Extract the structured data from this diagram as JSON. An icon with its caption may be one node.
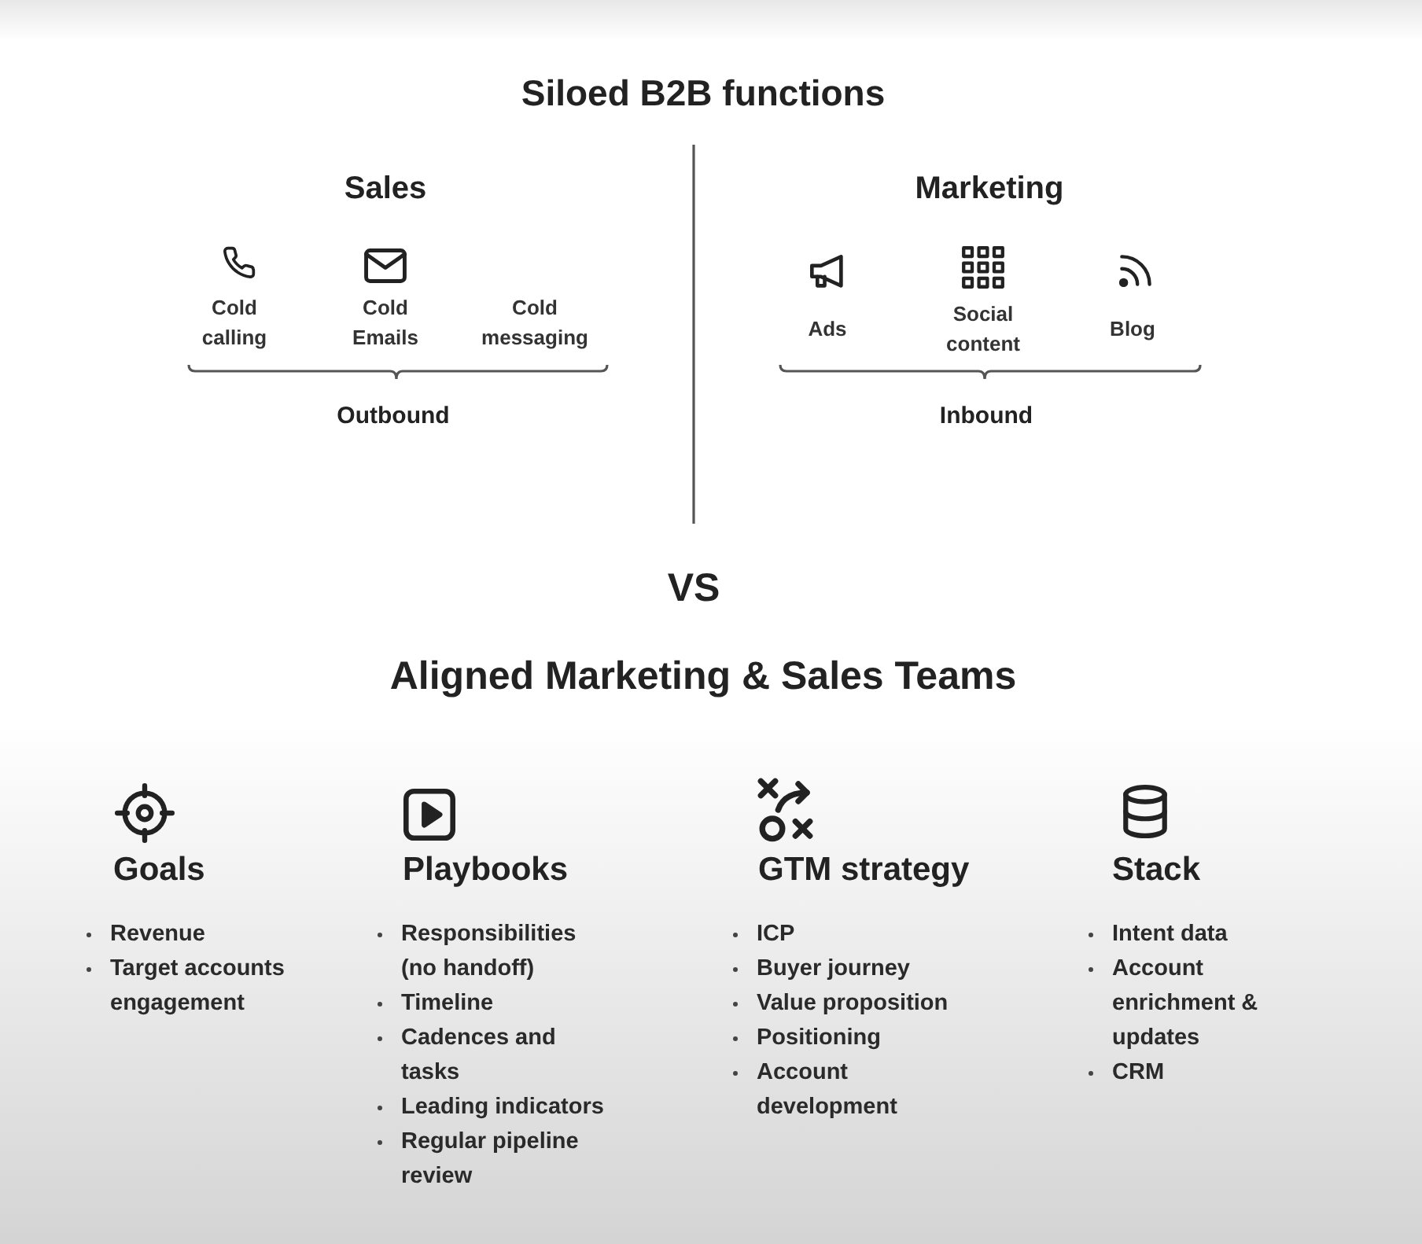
{
  "diagram": {
    "title": "Siloed B2B functions",
    "labels": [
      "Sales",
      "Cold calling",
      "Cold Emails",
      "Cold messaging",
      "Outbound",
      "Marketing",
      "Ads",
      "Social content",
      "Blog",
      "Inbound",
      "VS",
      "Aligned Marketing & Sales Teams",
      "Goals",
      "Revenue",
      "Target accounts engagement",
      "Playbooks",
      "Responsibilities (no handoff)",
      "Timeline",
      "Cadences and tasks",
      "Leading indicators",
      "Regular pipeline review",
      "GTM strategy",
      "ICP",
      "Buyer journey",
      "Value proposition",
      "Positioning",
      "Account development",
      "Stack",
      "Intent data",
      "Account enrichment & updates",
      "CRM"
    ]
  }
}
